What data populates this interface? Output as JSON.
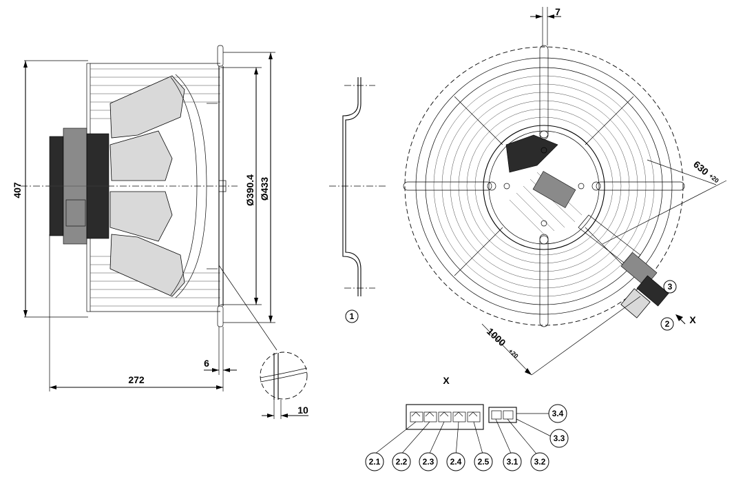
{
  "dimensions": {
    "height_407": "407",
    "length_272": "272",
    "gap_6": "6",
    "detail_10": "10",
    "inner_diameter": "Ø390.4",
    "outer_diameter": "Ø433",
    "flange_7": "7",
    "cable_630": "630",
    "cable_630_tol": "+20",
    "cable_1000": "1000",
    "cable_1000_tol": "+20"
  },
  "callouts": {
    "c1": "1",
    "c2": "2",
    "c3": "3"
  },
  "view_labels": {
    "x_arrow": "X",
    "x_view": "X"
  },
  "connector_pins": [
    "2.1",
    "2.2",
    "2.3",
    "2.4",
    "2.5",
    "3.1",
    "3.2",
    "3.3",
    "3.4"
  ]
}
